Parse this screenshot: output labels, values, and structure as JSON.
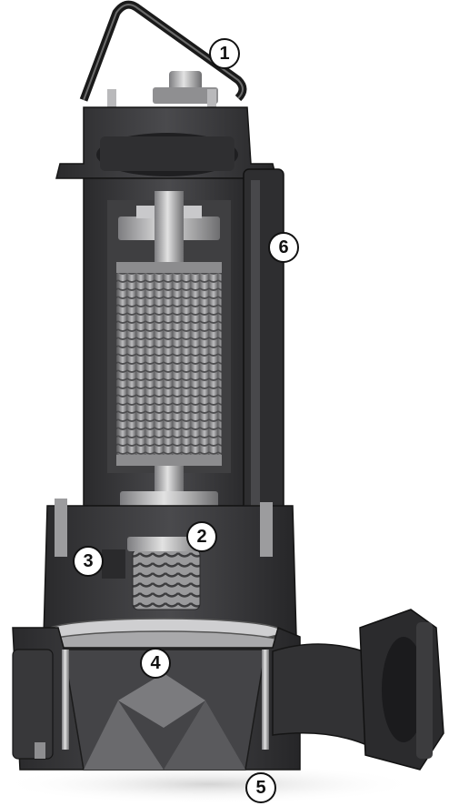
{
  "diagram": {
    "subject": "submersible-pump-cutaway",
    "callouts": [
      {
        "id": "callout-1",
        "label": "1",
        "part": "lifting-handle"
      },
      {
        "id": "callout-2",
        "label": "2",
        "part": "mechanical-seal"
      },
      {
        "id": "callout-3",
        "label": "3",
        "part": "oil-chamber"
      },
      {
        "id": "callout-4",
        "label": "4",
        "part": "impeller"
      },
      {
        "id": "callout-5",
        "label": "5",
        "part": "pump-housing"
      },
      {
        "id": "callout-6",
        "label": "6",
        "part": "cooling-jacket"
      }
    ],
    "colors": {
      "body": "#3a3a3c",
      "body_dark": "#232325",
      "metal": "#a7a7a9",
      "metal_light": "#d8d8d8",
      "copper": "#b08a6a",
      "outline": "#111111"
    }
  }
}
